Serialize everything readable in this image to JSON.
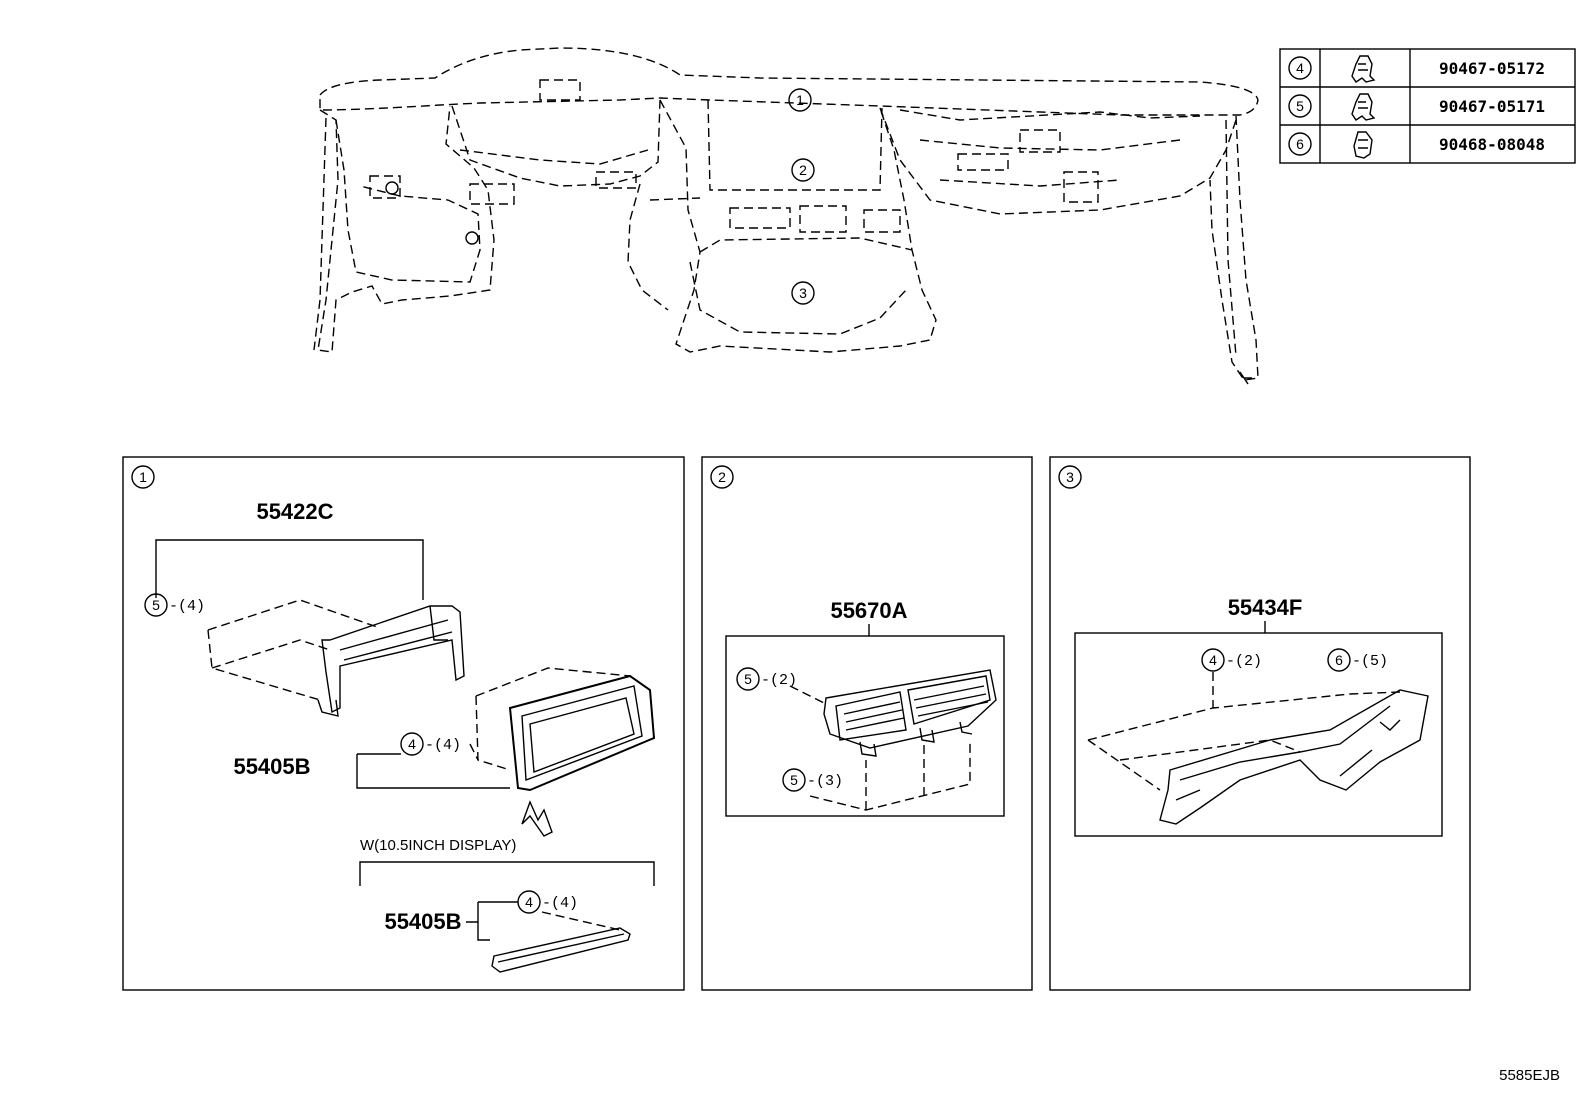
{
  "callout_numbers": [
    "1",
    "2",
    "3",
    "4",
    "5",
    "6"
  ],
  "parts_table": [
    {
      "ref": "4",
      "part_number": "90467-05172"
    },
    {
      "ref": "5",
      "part_number": "90467-05171"
    },
    {
      "ref": "6",
      "part_number": "90468-08048"
    }
  ],
  "panel1": {
    "ref": "1",
    "bracket_label": "55422C",
    "bracket_clip": {
      "ref": "5",
      "qty": "-(4)"
    },
    "cover_label": "55405B",
    "cover_clip": {
      "ref": "4",
      "qty": "-(4)"
    },
    "variant_note": "W(10.5INCH DISPLAY)",
    "variant_label": "55405B",
    "variant_clip": {
      "ref": "4",
      "qty": "-(4)"
    }
  },
  "panel2": {
    "ref": "2",
    "label": "55670A",
    "clip_top": {
      "ref": "5",
      "qty": "-(2)"
    },
    "clip_bottom": {
      "ref": "5",
      "qty": "-(3)"
    }
  },
  "panel3": {
    "ref": "3",
    "label": "55434F",
    "clip_left": {
      "ref": "4",
      "qty": "-(2)"
    },
    "clip_right": {
      "ref": "6",
      "qty": "-(5)"
    }
  },
  "diagram_code": "5585EJB"
}
